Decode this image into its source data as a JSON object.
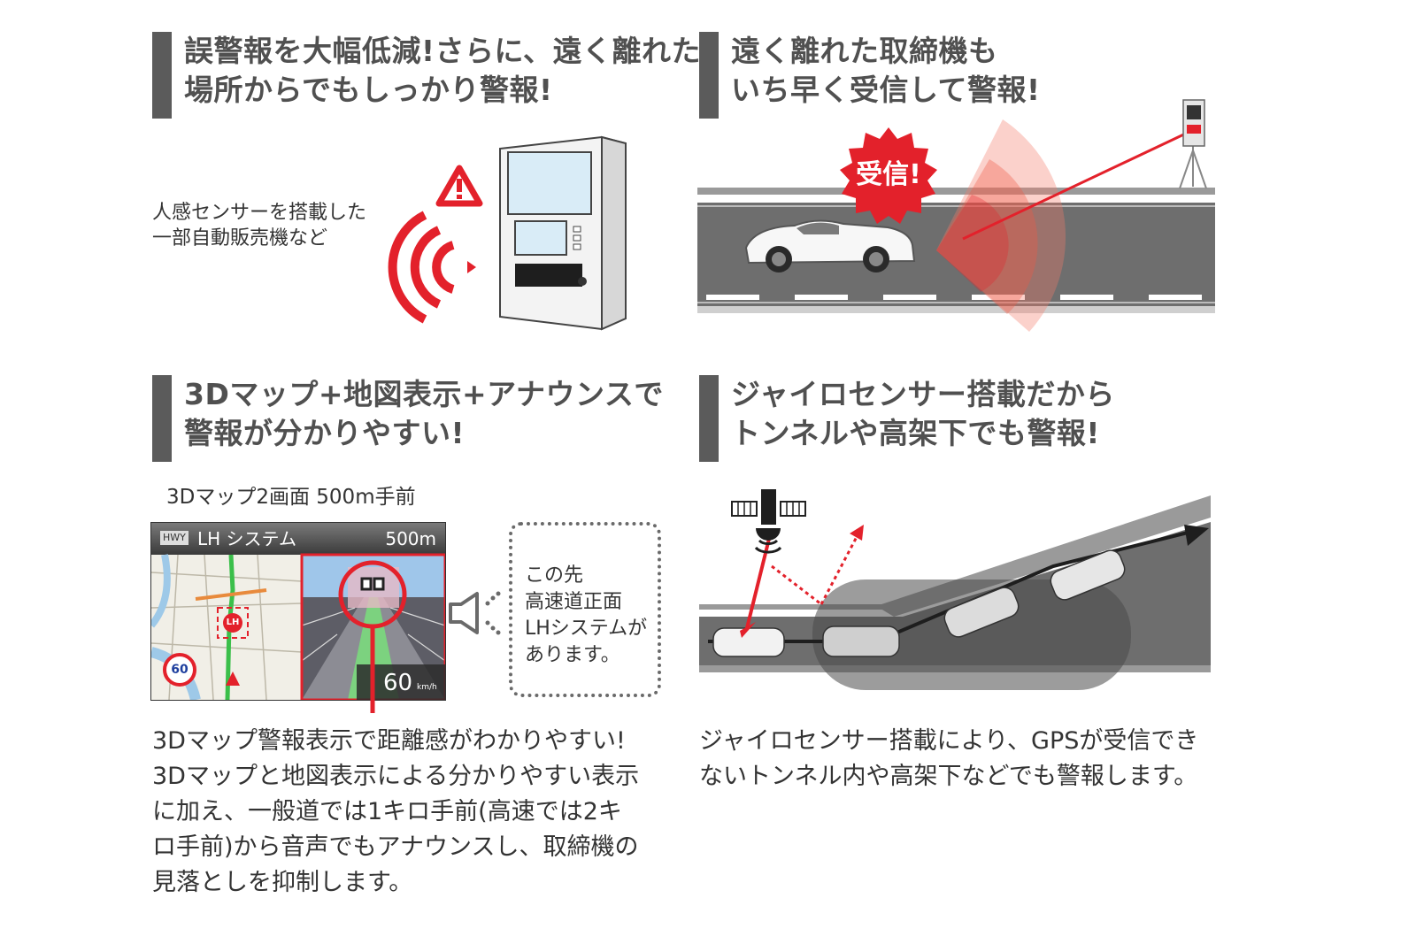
{
  "panels": {
    "top_left": {
      "heading": "誤警報を大幅低減!さらに、遠く離れた\n場所からでもしっかり警報!",
      "label": "人感センサーを搭載した\n一部自動販売機など"
    },
    "top_right": {
      "heading": "遠く離れた取締機も\nいち早く受信して警報!",
      "badge": "受信!"
    },
    "bottom_left": {
      "heading": "3Dマップ+地図表示+アナウンスで\n警報が分かりやすい!",
      "caption": "3Dマップ2画面 500m手前",
      "screen": {
        "hwy": "HWY",
        "system": "LH システム",
        "distance": "500m",
        "lh_mark": "LH",
        "speed_limit": "60",
        "speed": "60",
        "speed_unit": "km/h"
      },
      "announce": "この先\n高速道正面\nLHシステムが\nあります。",
      "body": "3Dマップ警報表示で距離感がわかりやすい!\n3Dマップと地図表示による分かりやすい表示\nに加え、一般道では1キロ手前(高速では2キ\nロ手前)から音声でもアナウンスし、取締機の\n見落としを抑制します。"
    },
    "bottom_right": {
      "heading": "ジャイロセンサー搭載だから\nトンネルや高架下でも警報!",
      "body": "ジャイロセンサー搭載により、GPSが受信でき\nないトンネル内や高架下などでも警報します。"
    }
  },
  "colors": {
    "bar": "#5b5b5b",
    "accent_red": "#e3212b",
    "road": "#6e6e6e"
  }
}
